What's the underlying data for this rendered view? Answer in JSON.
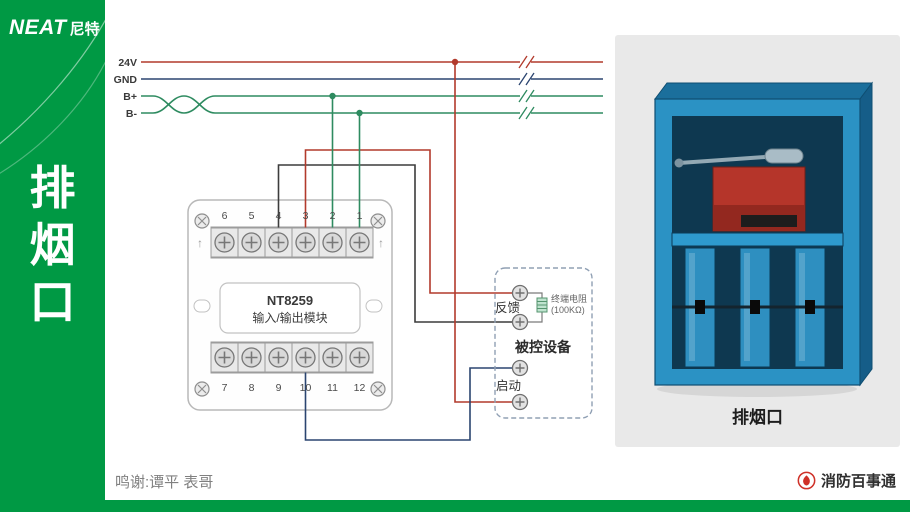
{
  "brand": {
    "logo_en": "NEAT",
    "logo_cn": "尼特"
  },
  "sidebar_title": [
    "排",
    "烟",
    "口"
  ],
  "buses": [
    {
      "label": "24V",
      "color": "#b23a2c"
    },
    {
      "label": "GND",
      "color": "#2b4570"
    },
    {
      "label": "B+",
      "color": "#2e8b60"
    },
    {
      "label": "B-",
      "color": "#2e8b60"
    }
  ],
  "module": {
    "model": "NT8259",
    "name": "输入/输出模块",
    "arrow": "↑",
    "top_terminals": [
      "6",
      "5",
      "4",
      "3",
      "2",
      "1"
    ],
    "bottom_terminals": [
      "7",
      "8",
      "9",
      "10",
      "11",
      "12"
    ]
  },
  "device": {
    "feedback_label": "反馈",
    "resistor_name": "终端电阻",
    "resistor_value": "(100KΩ)",
    "title": "被控设备",
    "start_label": "启动"
  },
  "photo": {
    "caption": "排烟口"
  },
  "footer": {
    "credits": "鸣谢:谭平 表哥",
    "brand_name": "消防百事通"
  },
  "colors": {
    "brand_green": "#009944",
    "wire_red": "#b23a2c",
    "wire_navy": "#2b4570",
    "wire_green": "#2e8b60",
    "wire_black": "#3c3c3c"
  }
}
